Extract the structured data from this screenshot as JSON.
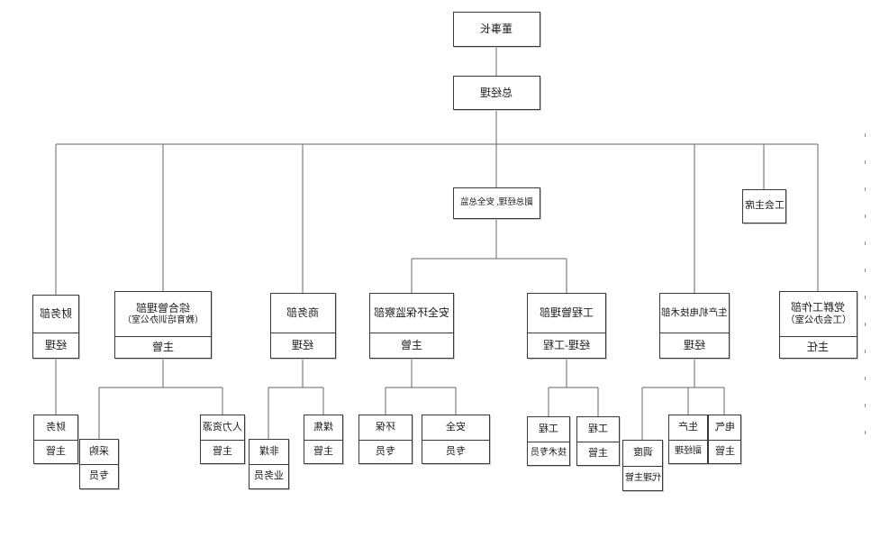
{
  "diagram": {
    "kind": "organizational-chart",
    "rendering": {
      "mirrored_horizontally": true,
      "background": "#ffffff",
      "line_color": "#666666",
      "border_color": "#3a3a3a",
      "text_color": "#1a1a1a"
    },
    "nodes": {
      "chairman": {
        "label": "董事长"
      },
      "general_manager": {
        "label": "总经理"
      },
      "deputy_gm_safety_director": {
        "label": "副总经理, 安全总监"
      },
      "union_chairman": {
        "label": "工会主席"
      },
      "finance_dept": {
        "name": "财务部",
        "title": "经理"
      },
      "admin_dept": {
        "name": "综合管理部",
        "subname": "（教育培训办公室）",
        "title": "主管"
      },
      "business_dept": {
        "name": "商务部",
        "title": "经理"
      },
      "safety_env_dept": {
        "name": "安全环保监察部",
        "title": "主管"
      },
      "engineering_dept": {
        "name": "工程管理部",
        "title": "经理-工程"
      },
      "production_tech_dept": {
        "name": "生产机电技术部",
        "title": "经理"
      },
      "party_mass_dept": {
        "name": "党群工作部",
        "subname": "（工会办公室）",
        "title": "主任"
      },
      "finance_supervisor": {
        "name": "财务",
        "title": "主管"
      },
      "procurement_specialist": {
        "name": "采购",
        "title": "专员"
      },
      "hr_supervisor": {
        "name": "人力资源",
        "title": "主管"
      },
      "non_coal_salesperson": {
        "name": "非煤",
        "title": "业务员"
      },
      "coal_coke_supervisor": {
        "name": "煤焦",
        "title": "主管"
      },
      "env_specialist": {
        "name": "环保",
        "title": "专员"
      },
      "safety_specialist": {
        "name": "安全",
        "title": "专员"
      },
      "engineering_tech_specialist": {
        "name": "工程",
        "title": "技术专员"
      },
      "engineering_supervisor": {
        "name": "工程",
        "title": "主管"
      },
      "dispatch_acting_supervisor": {
        "name": "调度",
        "title": "代理主管"
      },
      "production_deputy_manager": {
        "name": "生产",
        "title": "副经理"
      },
      "electrical_supervisor": {
        "name": "电气",
        "title": "主管"
      }
    },
    "edges": [
      [
        "chairman",
        "general_manager"
      ],
      [
        "general_manager",
        "finance_dept"
      ],
      [
        "general_manager",
        "admin_dept"
      ],
      [
        "general_manager",
        "business_dept"
      ],
      [
        "general_manager",
        "deputy_gm_safety_director"
      ],
      [
        "general_manager",
        "production_tech_dept"
      ],
      [
        "general_manager",
        "union_chairman"
      ],
      [
        "general_manager",
        "party_mass_dept"
      ],
      [
        "deputy_gm_safety_director",
        "safety_env_dept"
      ],
      [
        "deputy_gm_safety_director",
        "engineering_dept"
      ],
      [
        "finance_dept",
        "finance_supervisor"
      ],
      [
        "admin_dept",
        "procurement_specialist"
      ],
      [
        "admin_dept",
        "hr_supervisor"
      ],
      [
        "business_dept",
        "non_coal_salesperson"
      ],
      [
        "business_dept",
        "coal_coke_supervisor"
      ],
      [
        "safety_env_dept",
        "env_specialist"
      ],
      [
        "safety_env_dept",
        "safety_specialist"
      ],
      [
        "engineering_dept",
        "engineering_tech_specialist"
      ],
      [
        "engineering_dept",
        "engineering_supervisor"
      ],
      [
        "production_tech_dept",
        "dispatch_acting_supervisor"
      ],
      [
        "production_tech_dept",
        "production_deputy_manager"
      ],
      [
        "production_tech_dept",
        "electrical_supervisor"
      ]
    ]
  }
}
